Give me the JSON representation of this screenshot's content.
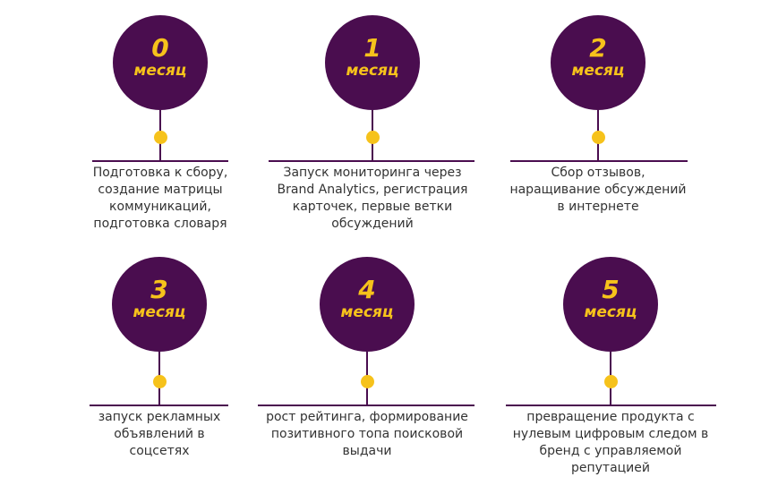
{
  "unit_label": "месяц",
  "steps": [
    {
      "number": "0",
      "text": "Подготовка к сбору, создание матрицы коммуникаций, подготовка словаря"
    },
    {
      "number": "1",
      "text": "Запуск мониторинга через Brand Analytics, регистрация карточек, первые ветки обсуждений"
    },
    {
      "number": "2",
      "text": "Сбор отзывов, наращивание обсуждений в интернете"
    },
    {
      "number": "3",
      "text": "запуск рекламных объявлений в соцсетях"
    },
    {
      "number": "4",
      "text": "рост рейтинга, формирование позитивного топа поисковой выдачи"
    },
    {
      "number": "5",
      "text": "превращение продукта с нулевым цифровым следом в бренд с управляемой репутацией"
    }
  ],
  "colors": {
    "circle": "#4a0d4f",
    "accent": "#f6c21b"
  }
}
